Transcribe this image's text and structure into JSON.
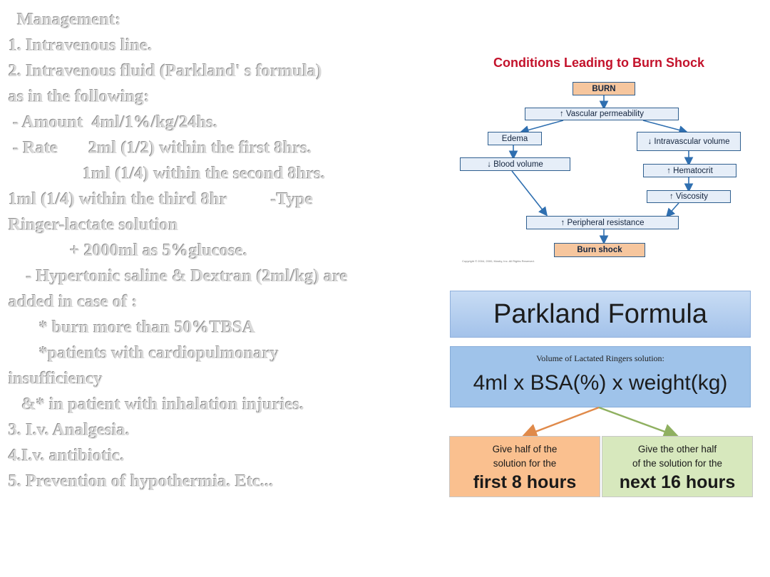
{
  "management": {
    "lines": [
      "  Management:",
      "1. Intravenous line.",
      "2. Intravenous fluid (Parkland' s formula)",
      "as in the following:",
      " - Amount  4ml/1%/kg/24hs.",
      " - Rate       2ml (1/2) within the first 8hrs.",
      "                 1ml (1/4) within the second 8hrs.",
      "1ml (1/4) within the third 8hr          -Type",
      "Ringer-lactate solution",
      "              + 2000ml as 5%glucose.",
      "    - Hypertonic saline & Dextran (2ml/kg) are",
      "added in case of :",
      "       * burn more than 50%TBSA",
      "       *patients with cardiopulmonary",
      "insufficiency",
      "   &* in patient with inhalation injuries.",
      "3. I.v. Analgesia.",
      "4.I.v. antibiotic.",
      "5. Prevention of hypothermia. Etc..."
    ]
  },
  "diagram": {
    "title": "Conditions Leading to Burn Shock",
    "nodes": {
      "burn": "BURN",
      "vascular_permeability": "↑ Vascular permeability",
      "edema": "Edema",
      "intravascular_volume": "↓ Intravascular volume",
      "blood_volume": "↓ Blood volume",
      "hematocrit": "↑ Hematocrit",
      "viscosity": "↑ Viscosity",
      "peripheral_resistance": "↑ Peripheral resistance",
      "burn_shock": "Burn shock"
    },
    "copyright": "Copyright © 2004, 2000, Mosby, Inc. All Rights Reserved.",
    "colors": {
      "title": "#c3122b",
      "node_fill": "#e6eef8",
      "node_border": "#2f5f8f",
      "arrow": "#2f6fb0",
      "highlight": "#f6c69e"
    }
  },
  "parkland": {
    "title": "Parkland Formula",
    "subtitle": "Volume of Lactated Ringers solution:",
    "equation": "4ml x BSA(%) x weight(kg)",
    "left": {
      "top_line1": "Give half of the",
      "top_line2": "solution for the",
      "bottom": "first 8 hours"
    },
    "right": {
      "top_line1": "Give the other half",
      "top_line2": "of the solution for the",
      "bottom": "next 16 hours"
    },
    "colors": {
      "title_fill": "#a3c2ea",
      "body_fill": "#9fc3ea",
      "left_fill": "#fac08f",
      "right_fill": "#d7e8bd",
      "left_arrow": "#e08a4a",
      "right_arrow": "#8fb060"
    }
  }
}
